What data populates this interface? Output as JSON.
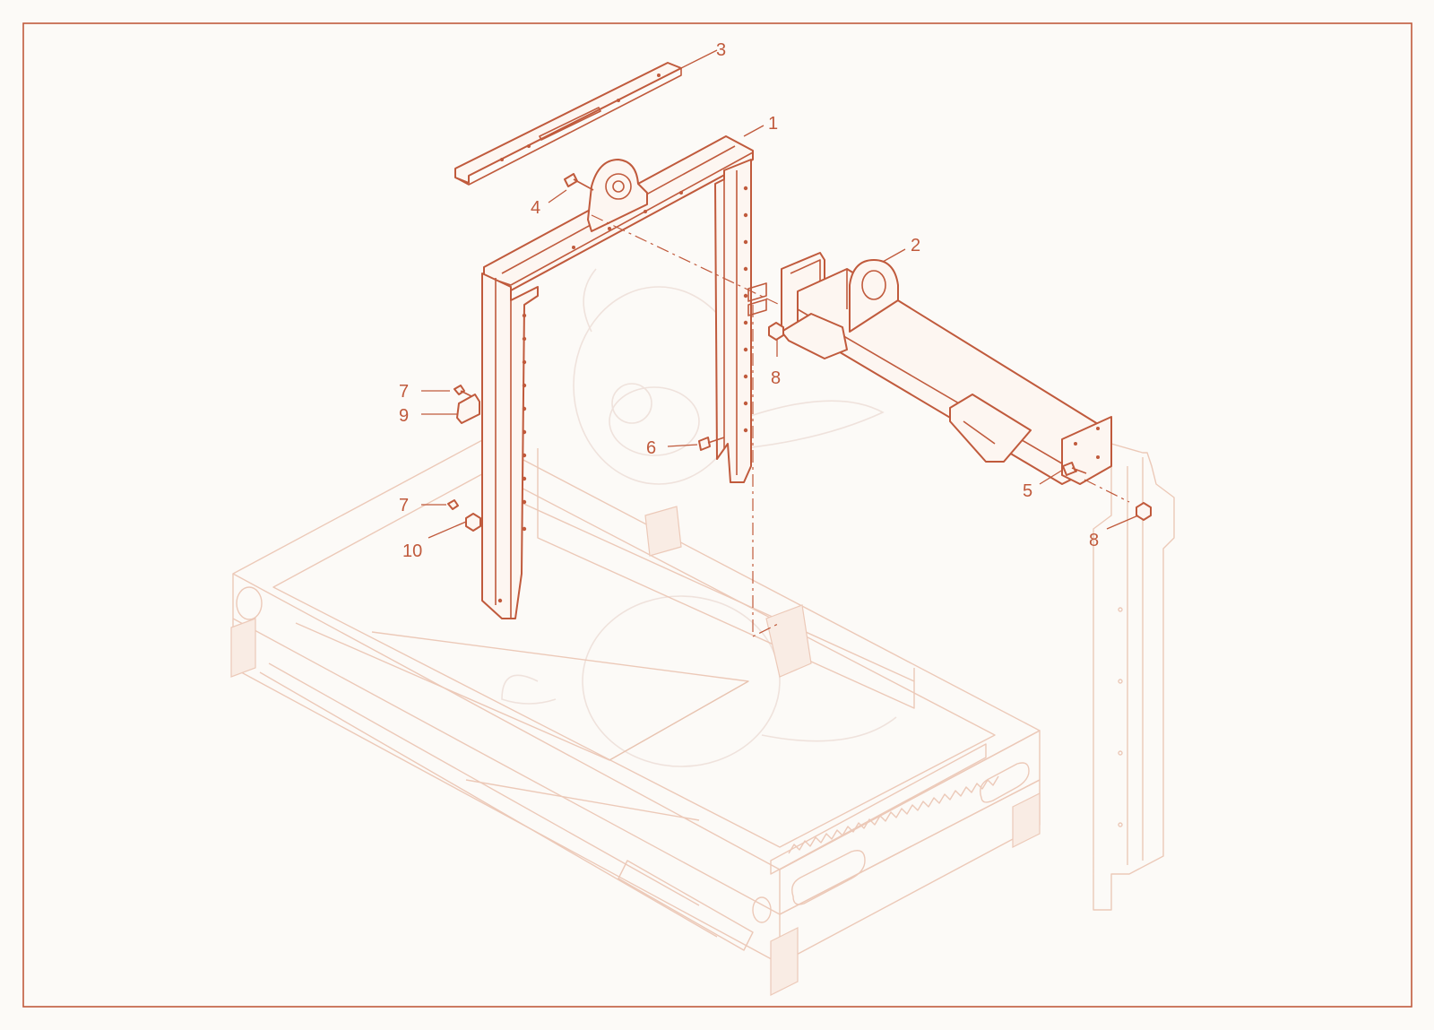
{
  "diagram": {
    "callouts": [
      "1",
      "2",
      "3",
      "4",
      "5",
      "6",
      "7",
      "7",
      "8",
      "8",
      "9",
      "10"
    ],
    "colors": {
      "accent": "#c05a3c",
      "ghost": "#ecc9b8",
      "background": "#fcfaf7"
    }
  }
}
